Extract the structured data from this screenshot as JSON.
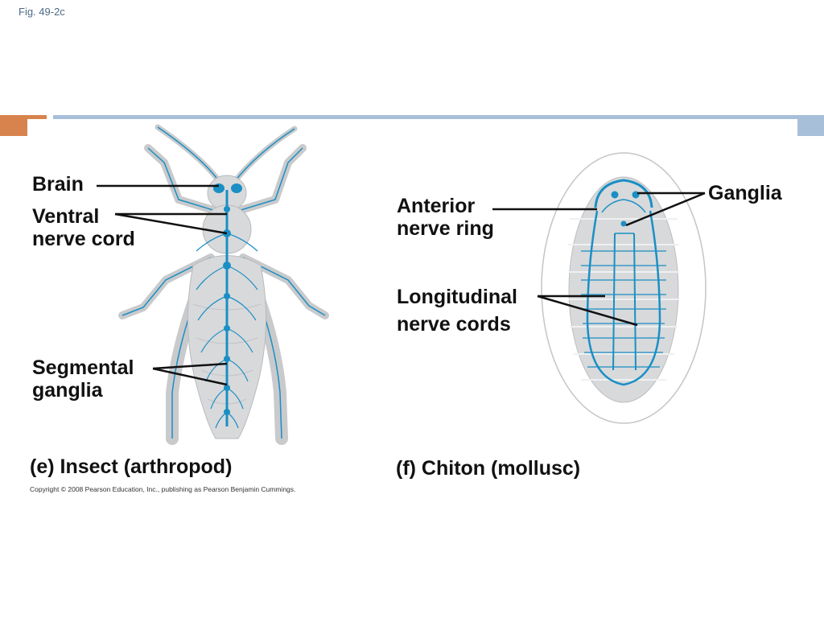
{
  "figure_number": "Fig. 49-2c",
  "colors": {
    "accent_orange": "#d8834d",
    "accent_blue": "#a7bfd9",
    "nerve_blue": "#1a8fc4",
    "body_gray": "#d8d9db"
  },
  "insect": {
    "labels": {
      "brain": "Brain",
      "ventral_nerve_cord": [
        "Ventral",
        "nerve cord"
      ],
      "segmental_ganglia": [
        "Segmental",
        "ganglia"
      ]
    },
    "caption": "(e) Insect (arthropod)"
  },
  "chiton": {
    "labels": {
      "anterior_nerve_ring": [
        "Anterior",
        "nerve ring"
      ],
      "longitudinal_nerve_cords": [
        "Longitudinal",
        "nerve cords"
      ],
      "ganglia": "Ganglia"
    },
    "caption": "(f) Chiton (mollusc)"
  },
  "copyright": "Copyright © 2008 Pearson Education, Inc., publishing as Pearson Benjamin Cummings."
}
